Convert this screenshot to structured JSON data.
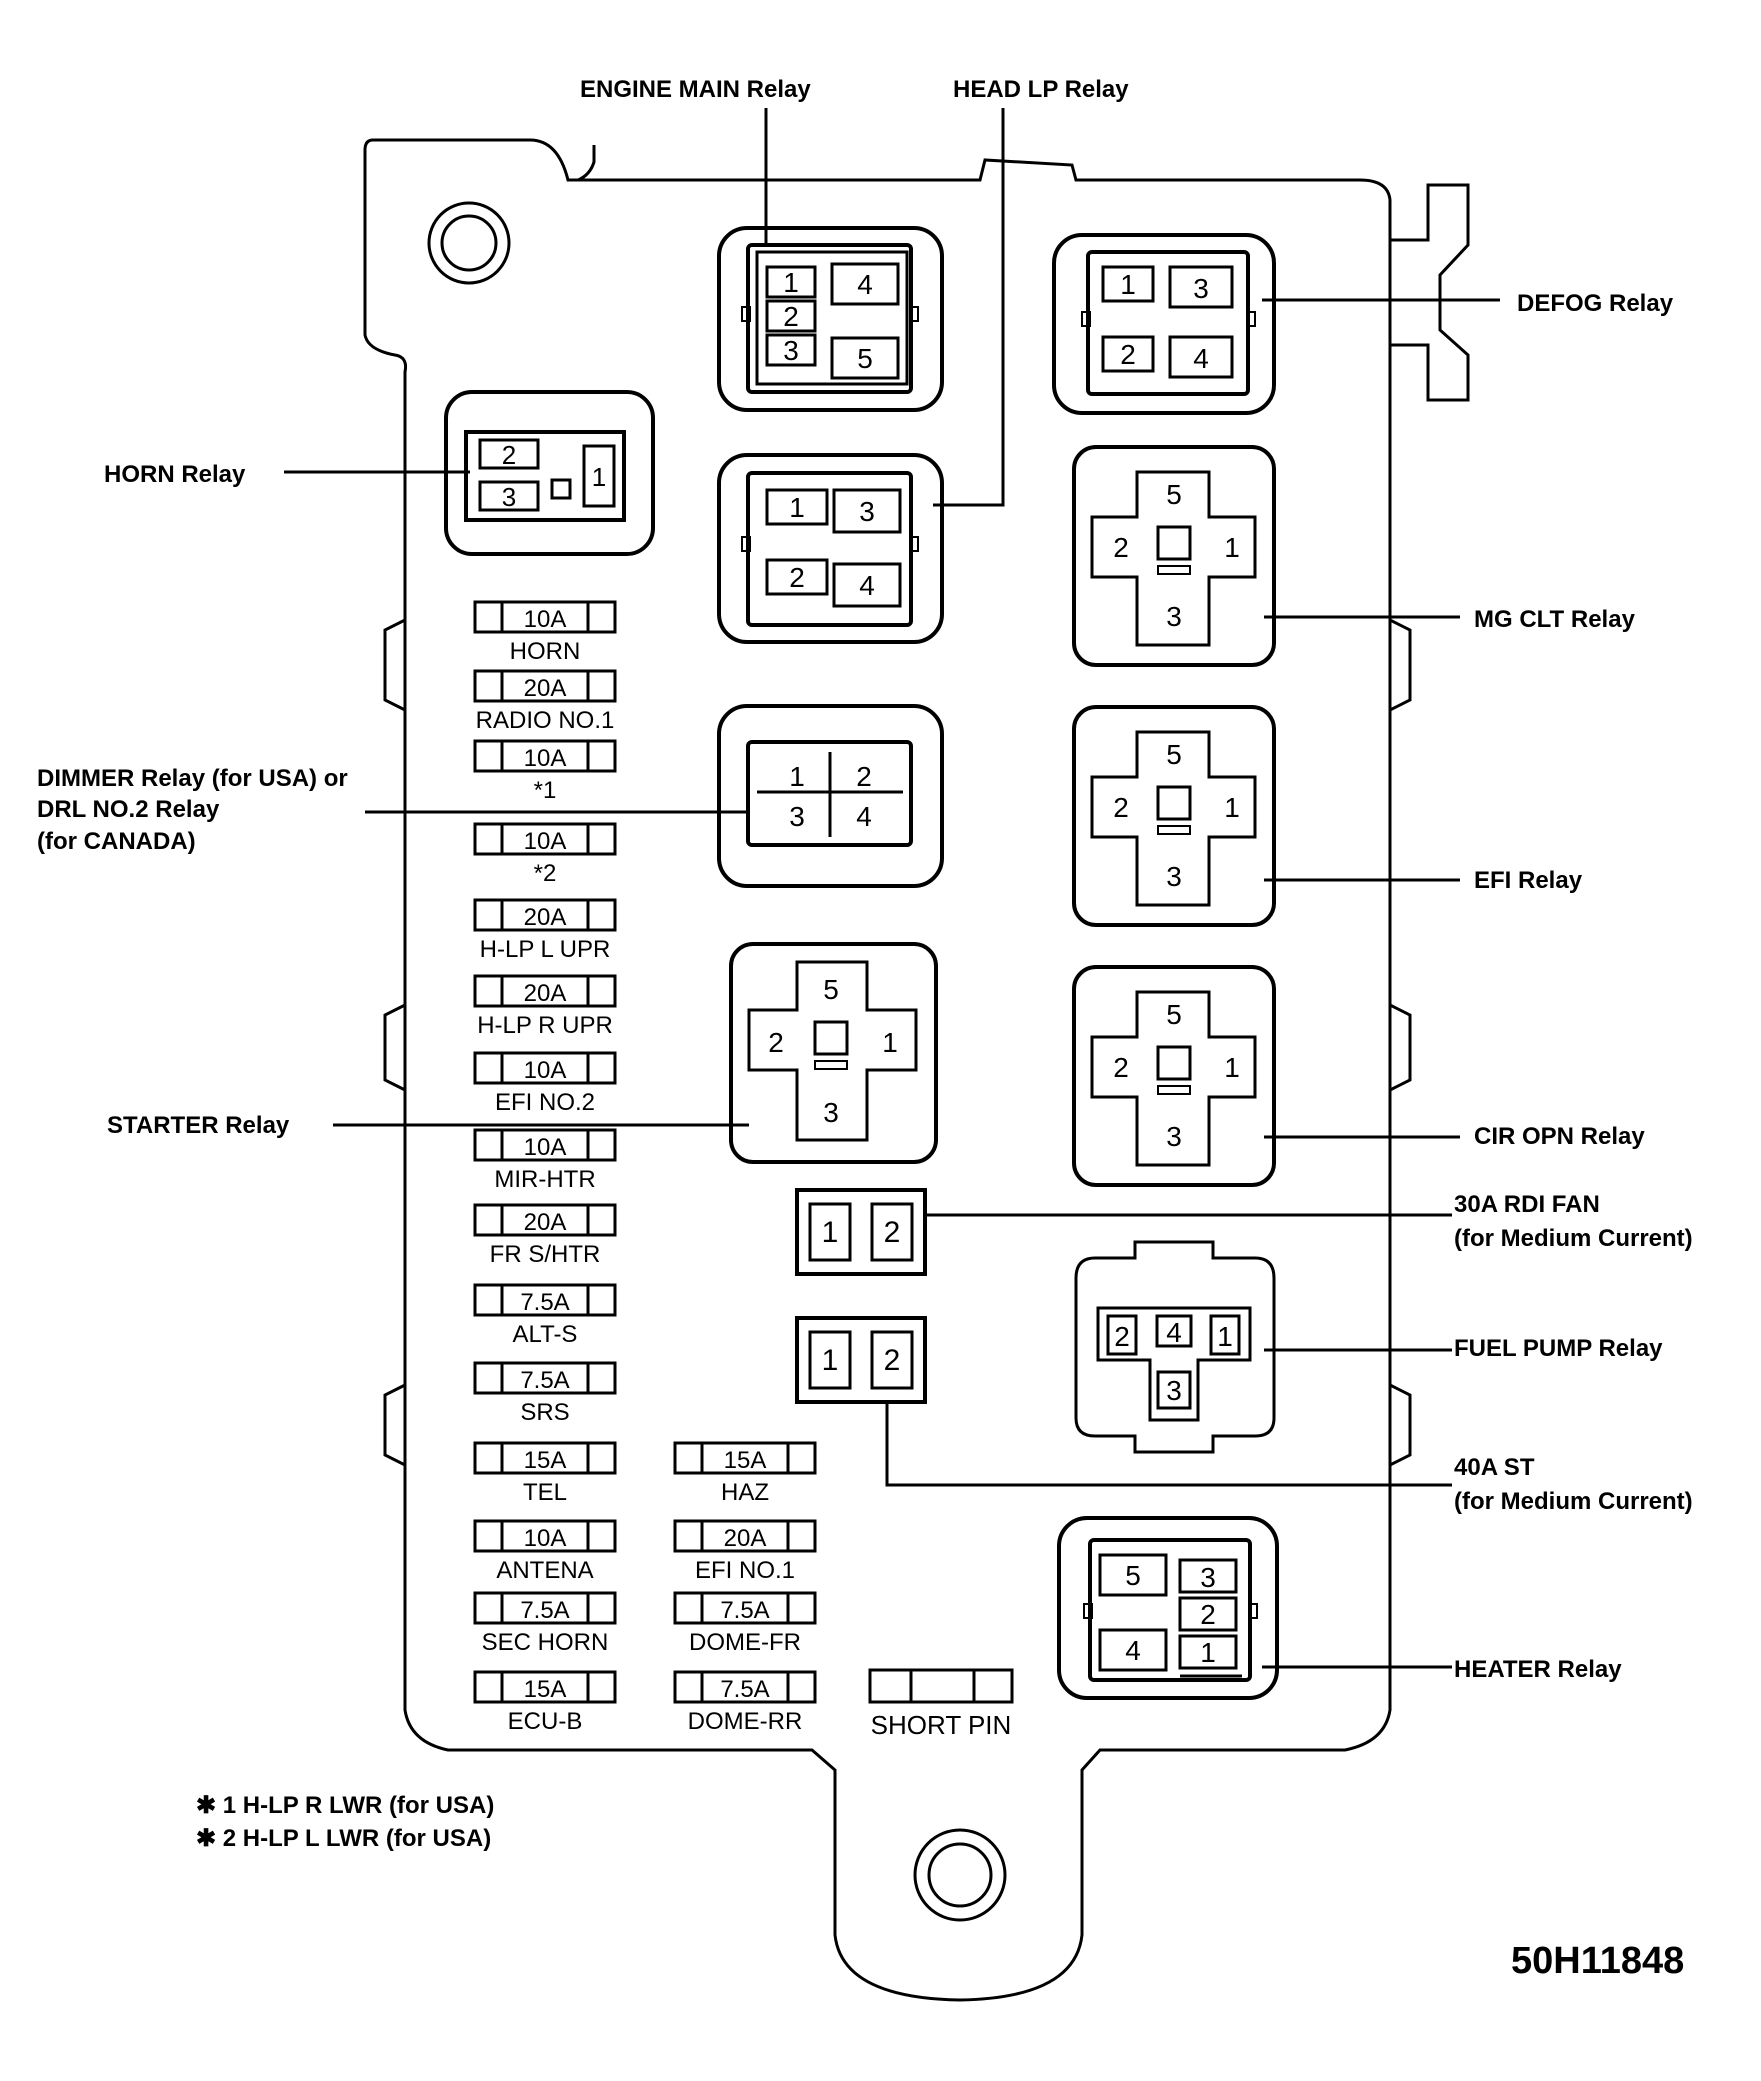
{
  "relays": {
    "engine_main": {
      "label": "ENGINE MAIN Relay",
      "pins": [
        "1",
        "2",
        "3",
        "4",
        "5"
      ]
    },
    "head_lp": {
      "label": "HEAD LP Relay",
      "pins": [
        "1",
        "3",
        "2",
        "4"
      ]
    },
    "defog": {
      "label": "DEFOG Relay",
      "pins": [
        "1",
        "3",
        "2",
        "4"
      ]
    },
    "horn": {
      "label": "HORN Relay",
      "pins": [
        "2",
        "3",
        "1"
      ]
    },
    "mg_clt": {
      "label": "MG CLT Relay",
      "pins": [
        "5",
        "2",
        "1",
        "3"
      ]
    },
    "dimmer": {
      "label_lines": [
        "DIMMER Relay (for USA) or",
        "DRL NO.2  Relay",
        "(for CANADA)"
      ],
      "pins": [
        "1",
        "2",
        "3",
        "4"
      ]
    },
    "efi": {
      "label": "EFI Relay",
      "pins": [
        "5",
        "2",
        "1",
        "3"
      ]
    },
    "starter": {
      "label": "STARTER Relay",
      "pins": [
        "5",
        "2",
        "1",
        "3"
      ]
    },
    "cir_opn": {
      "label": "CIR OPN Relay",
      "pins": [
        "5",
        "2",
        "1",
        "3"
      ]
    },
    "fuel_pump": {
      "label": "FUEL PUMP Relay",
      "pins": [
        "2",
        "4",
        "1",
        "3"
      ]
    },
    "heater": {
      "label": "HEATER Relay",
      "pins": [
        "5",
        "3",
        "2",
        "4",
        "1"
      ]
    }
  },
  "fusible": {
    "rdi_fan": {
      "label_lines": [
        "30A RDI FAN",
        "(for Medium Current)"
      ],
      "pins": [
        "1",
        "2"
      ]
    },
    "st": {
      "label_lines": [
        "40A ST",
        "(for Medium Current)"
      ],
      "pins": [
        "1",
        "2"
      ]
    }
  },
  "fuses_left": [
    {
      "amp": "10A",
      "name": "HORN"
    },
    {
      "amp": "20A",
      "name": "RADIO NO.1"
    },
    {
      "amp": "10A",
      "name": "*1"
    },
    {
      "amp": "10A",
      "name": "*2"
    },
    {
      "amp": "20A",
      "name": "H-LP L UPR"
    },
    {
      "amp": "20A",
      "name": "H-LP R UPR"
    },
    {
      "amp": "10A",
      "name": "EFI NO.2"
    },
    {
      "amp": "10A",
      "name": "MIR-HTR"
    },
    {
      "amp": "20A",
      "name": "FR S/HTR"
    },
    {
      "amp": "7.5A",
      "name": "ALT-S"
    },
    {
      "amp": "7.5A",
      "name": "SRS"
    },
    {
      "amp": "15A",
      "name": "TEL"
    },
    {
      "amp": "10A",
      "name": "ANTENA"
    },
    {
      "amp": "7.5A",
      "name": "SEC HORN"
    },
    {
      "amp": "15A",
      "name": "ECU-B"
    }
  ],
  "fuses_right": [
    {
      "amp": "15A",
      "name": "HAZ"
    },
    {
      "amp": "20A",
      "name": "EFI NO.1"
    },
    {
      "amp": "7.5A",
      "name": "DOME-FR"
    },
    {
      "amp": "7.5A",
      "name": "DOME-RR"
    }
  ],
  "short_pin": {
    "label": "SHORT PIN"
  },
  "notes": [
    "✱ 1 H-LP R LWR (for USA)",
    "✱ 2 H-LP L LWR (for USA)"
  ],
  "figure_id": "50H11848"
}
